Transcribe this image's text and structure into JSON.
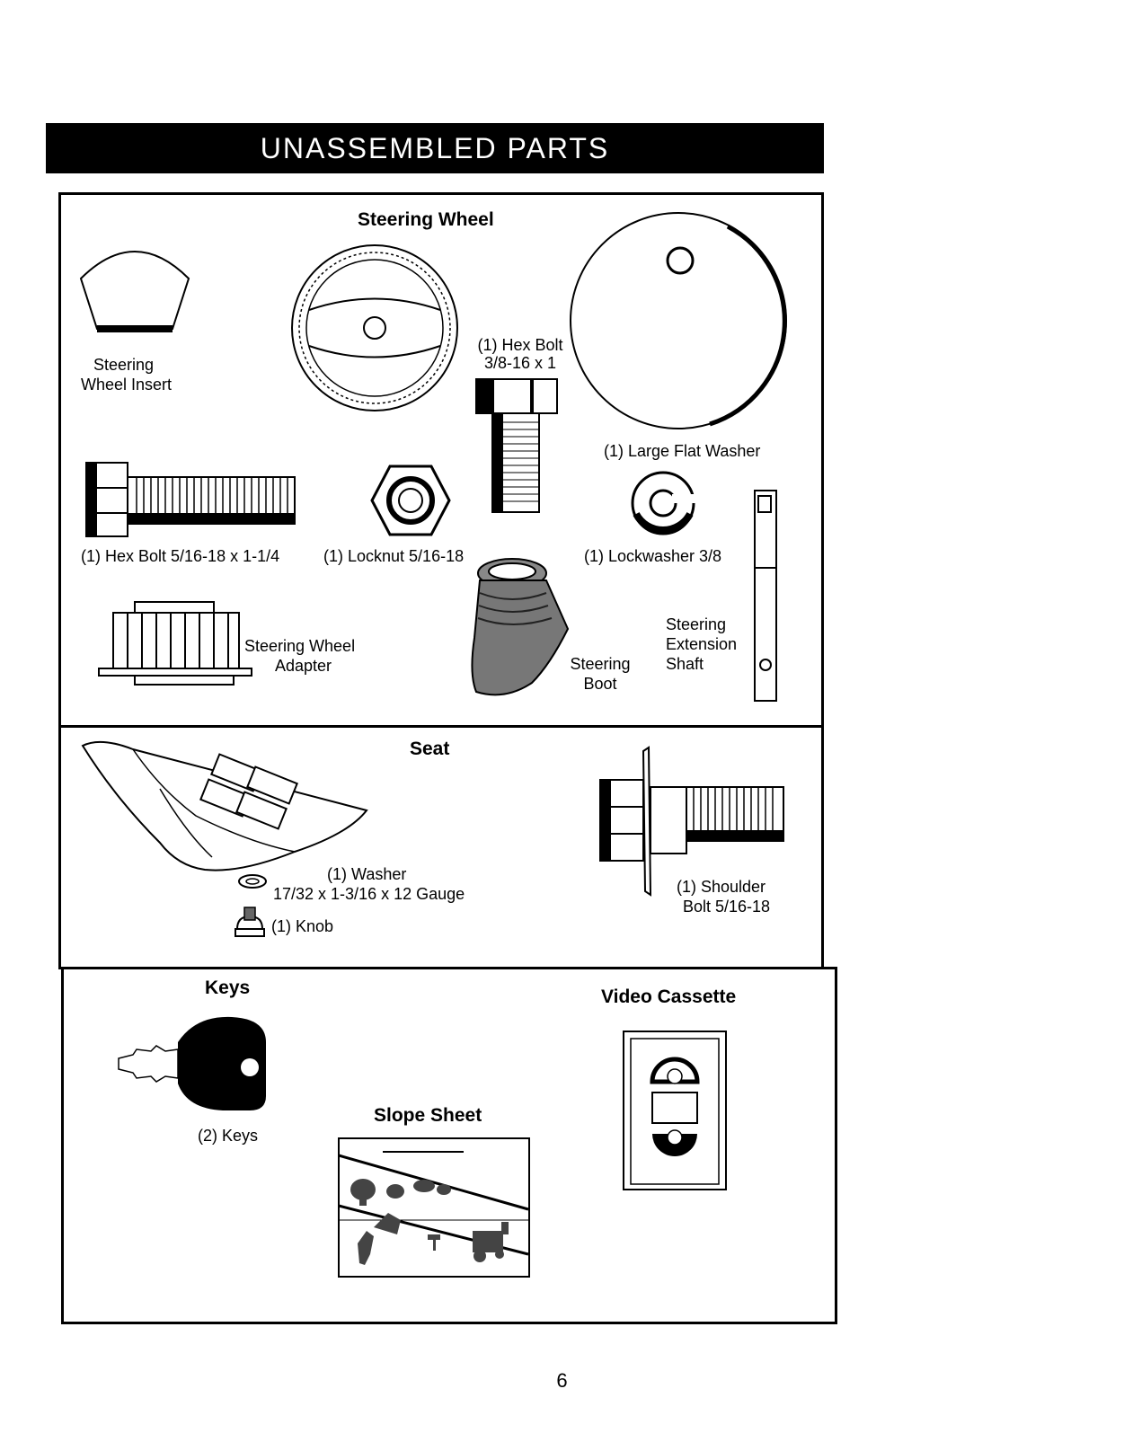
{
  "title": "UNASSEMBLED PARTS",
  "steering": {
    "heading": "Steering Wheel",
    "insert": [
      "Steering",
      "Wheel Insert"
    ],
    "hex_bolt_a": [
      "(1) Hex Bolt",
      "3/8-16 x 1"
    ],
    "large_washer": "(1) Large Flat Washer",
    "hex_bolt_b": "(1) Hex Bolt  5/16-18 x 1-1/4",
    "locknut": "(1) Locknut  5/16-18",
    "lockwasher": "(1) Lockwasher  3/8",
    "adapter": [
      "Steering Wheel",
      "Adapter"
    ],
    "boot": [
      "Steering",
      "Boot"
    ],
    "shaft": [
      "Steering",
      "Extension",
      "Shaft"
    ]
  },
  "seat": {
    "heading": "Seat",
    "washer": [
      "(1) Washer",
      "17/32 x 1-3/16 x 12 Gauge"
    ],
    "knob": "(1) Knob",
    "shoulder_bolt": [
      "(1) Shoulder",
      "Bolt  5/16-18"
    ]
  },
  "misc": {
    "keys_heading": "Keys",
    "keys_label": "(2) Keys",
    "slope_heading": "Slope Sheet",
    "video_heading": "Video Cassette"
  },
  "page_number": "6"
}
